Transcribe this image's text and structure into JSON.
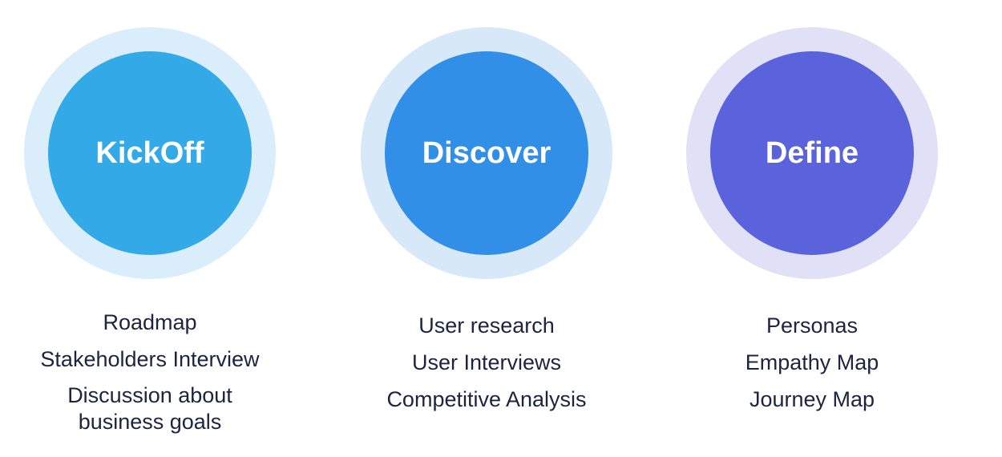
{
  "stages": [
    {
      "title": "KickOff",
      "color": "#33a9e8",
      "halo": "#d9eefa",
      "items": [
        "Roadmap",
        "Stakeholders Interview",
        "Discussion about business goals"
      ],
      "wrapped": [
        "Discussion about",
        "business goals"
      ]
    },
    {
      "title": "Discover",
      "color": "#318fe8",
      "halo": "#d7e8f9",
      "items": [
        "User research",
        "User Interviews",
        "Competitive Analysis"
      ]
    },
    {
      "title": "Define",
      "color": "#5a63dc",
      "halo": "#e0e0f7",
      "items": [
        "Personas",
        "Empathy Map",
        "Journey Map"
      ]
    }
  ]
}
